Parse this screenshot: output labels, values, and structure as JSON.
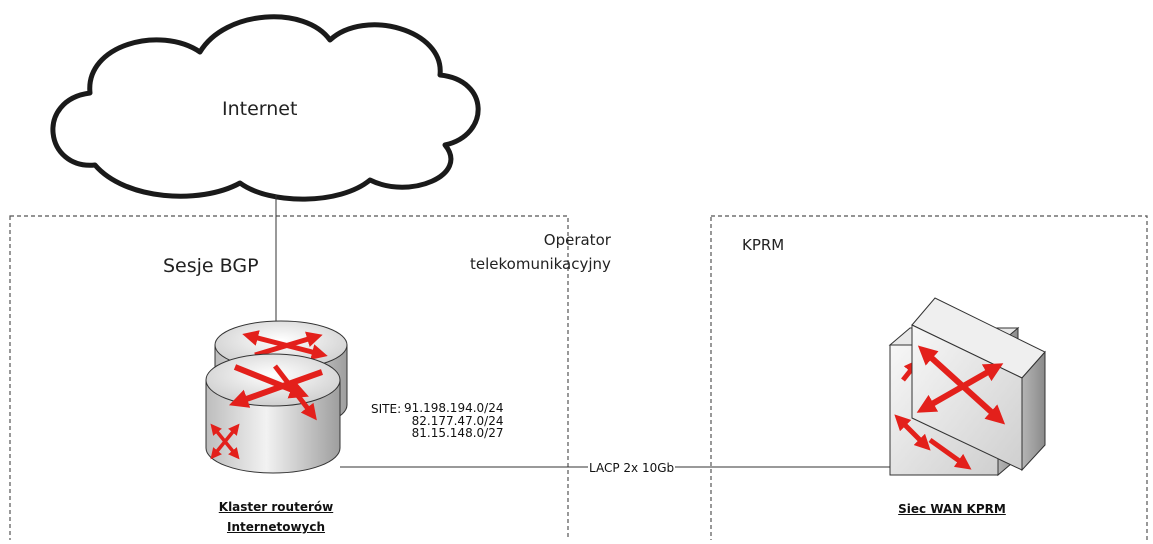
{
  "diagram": {
    "cloud": {
      "label": "Internet"
    },
    "bgp_label": "Sesje BGP",
    "operator_zone": {
      "label_lines": [
        "Operator",
        "telekomunikacyjny"
      ]
    },
    "kprm_zone": {
      "label": "KPRM"
    },
    "router_cluster": {
      "label_lines": [
        "Klaster routerów",
        "Internetowych"
      ],
      "icon": "router-stack-icon"
    },
    "site": {
      "prefix_label": "SITE:",
      "networks": [
        "91.198.194.0/24",
        "82.177.47.0/24",
        "81.15.148.0/27"
      ]
    },
    "link": {
      "label": "LACP 2x 10Gb"
    },
    "wan_switch": {
      "label": "Siec WAN KPRM",
      "icon": "layer3-switch-icon"
    },
    "colors": {
      "accent_red": "#e3201b",
      "device_gray": "#d9d9d9",
      "zone_border": "#555555"
    }
  }
}
